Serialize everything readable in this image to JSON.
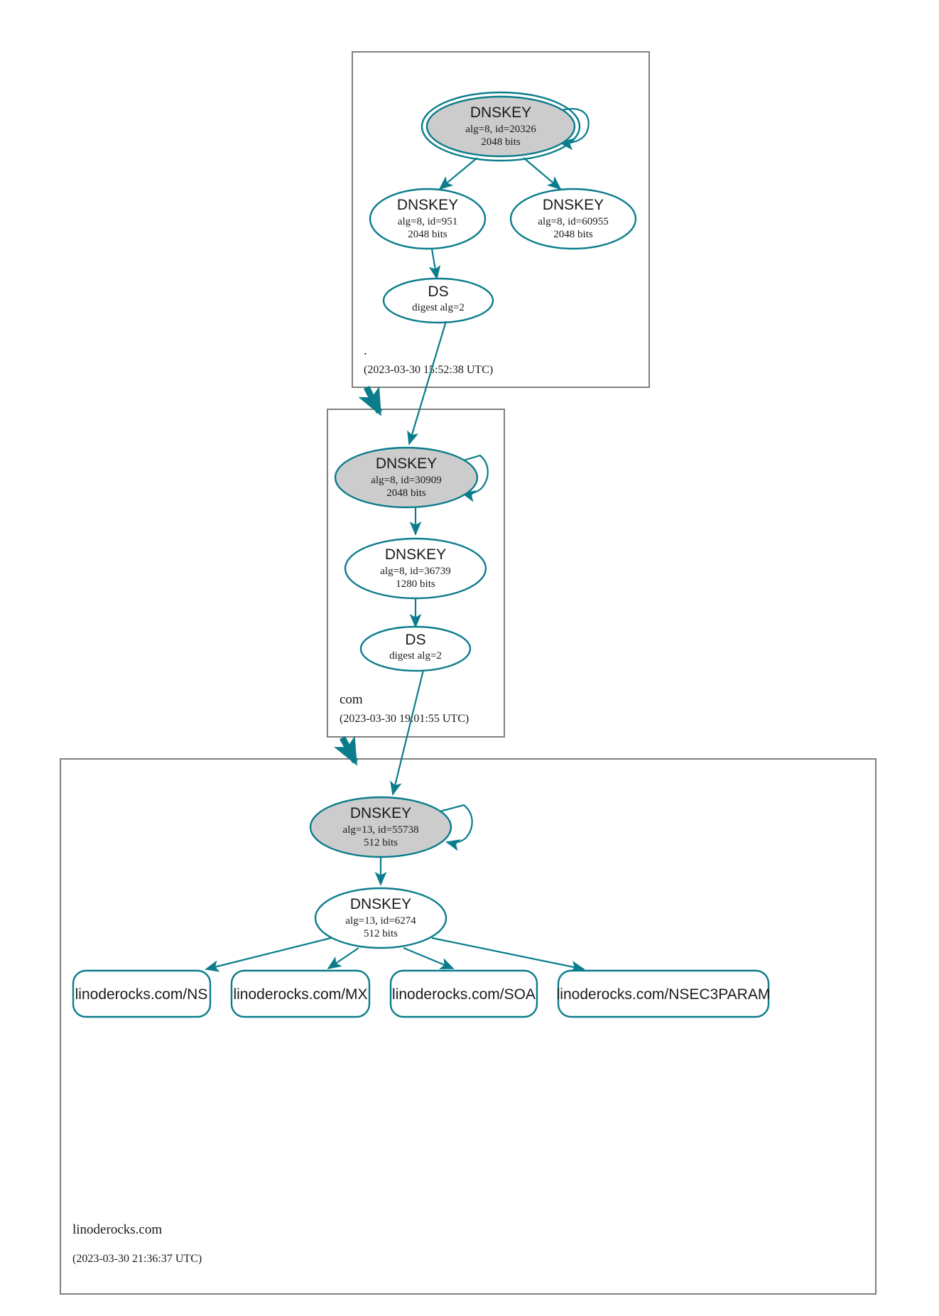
{
  "diagram": {
    "kind": "dnssec-chain-of-trust",
    "colors": {
      "accent": "#0a7c8c",
      "secure_fill": "#cccccc",
      "insecure_fill": "#ffffff",
      "zone_border": "#808080",
      "text": "#1a1a1a",
      "background": "#ffffff"
    }
  },
  "zones": [
    {
      "id": "root",
      "label": ".",
      "timestamp": "(2023-03-30 15:52:38 UTC)",
      "nodes": [
        {
          "id": "root-ksk",
          "type": "DNSKEY",
          "title": "DNSKEY",
          "line2": "alg=8, id=20326",
          "line3": "2048 bits",
          "alg": 8,
          "key_id": 20326,
          "bits": 2048,
          "trust_anchor": true,
          "secure": true,
          "self_signed": true
        },
        {
          "id": "root-zsk-951",
          "type": "DNSKEY",
          "title": "DNSKEY",
          "line2": "alg=8, id=951",
          "line3": "2048 bits",
          "alg": 8,
          "key_id": 951,
          "bits": 2048,
          "trust_anchor": false,
          "secure": false,
          "self_signed": false
        },
        {
          "id": "root-zsk-60955",
          "type": "DNSKEY",
          "title": "DNSKEY",
          "line2": "alg=8, id=60955",
          "line3": "2048 bits",
          "alg": 8,
          "key_id": 60955,
          "bits": 2048,
          "trust_anchor": false,
          "secure": false,
          "self_signed": false
        },
        {
          "id": "root-ds",
          "type": "DS",
          "title": "DS",
          "line2": "digest alg=2",
          "line3": "",
          "digest_alg": 2,
          "secure": false
        }
      ]
    },
    {
      "id": "com",
      "label": "com",
      "timestamp": "(2023-03-30 19:01:55 UTC)",
      "nodes": [
        {
          "id": "com-ksk",
          "type": "DNSKEY",
          "title": "DNSKEY",
          "line2": "alg=8, id=30909",
          "line3": "2048 bits",
          "alg": 8,
          "key_id": 30909,
          "bits": 2048,
          "trust_anchor": false,
          "secure": true,
          "self_signed": true
        },
        {
          "id": "com-zsk",
          "type": "DNSKEY",
          "title": "DNSKEY",
          "line2": "alg=8, id=36739",
          "line3": "1280 bits",
          "alg": 8,
          "key_id": 36739,
          "bits": 1280,
          "trust_anchor": false,
          "secure": false,
          "self_signed": false
        },
        {
          "id": "com-ds",
          "type": "DS",
          "title": "DS",
          "line2": "digest alg=2",
          "line3": "",
          "digest_alg": 2,
          "secure": false
        }
      ]
    },
    {
      "id": "linoderocks",
      "label": "linoderocks.com",
      "timestamp": "(2023-03-30 21:36:37 UTC)",
      "nodes": [
        {
          "id": "lr-ksk",
          "type": "DNSKEY",
          "title": "DNSKEY",
          "line2": "alg=13, id=55738",
          "line3": "512 bits",
          "alg": 13,
          "key_id": 55738,
          "bits": 512,
          "trust_anchor": false,
          "secure": true,
          "self_signed": true
        },
        {
          "id": "lr-zsk",
          "type": "DNSKEY",
          "title": "DNSKEY",
          "line2": "alg=13, id=6274",
          "line3": "512 bits",
          "alg": 13,
          "key_id": 6274,
          "bits": 512,
          "trust_anchor": false,
          "secure": false,
          "self_signed": false
        }
      ],
      "rrsets": [
        {
          "id": "rr-ns",
          "label": "linoderocks.com/NS"
        },
        {
          "id": "rr-mx",
          "label": "linoderocks.com/MX"
        },
        {
          "id": "rr-soa",
          "label": "linoderocks.com/SOA"
        },
        {
          "id": "rr-nsec3param",
          "label": "linoderocks.com/NSEC3PARAM"
        }
      ]
    }
  ],
  "edges": [
    {
      "from": "root-ksk",
      "to": "root-ksk",
      "kind": "self-sign"
    },
    {
      "from": "root-ksk",
      "to": "root-zsk-951",
      "kind": "sign"
    },
    {
      "from": "root-ksk",
      "to": "root-zsk-60955",
      "kind": "sign"
    },
    {
      "from": "root-zsk-951",
      "to": "root-ds",
      "kind": "sign"
    },
    {
      "from": "root-ds",
      "to": "com-ksk",
      "kind": "delegation"
    },
    {
      "from": "root",
      "to": "com",
      "kind": "zone-delegation"
    },
    {
      "from": "com-ksk",
      "to": "com-ksk",
      "kind": "self-sign"
    },
    {
      "from": "com-ksk",
      "to": "com-zsk",
      "kind": "sign"
    },
    {
      "from": "com-zsk",
      "to": "com-ds",
      "kind": "sign"
    },
    {
      "from": "com-ds",
      "to": "lr-ksk",
      "kind": "delegation"
    },
    {
      "from": "com",
      "to": "linoderocks",
      "kind": "zone-delegation"
    },
    {
      "from": "lr-ksk",
      "to": "lr-ksk",
      "kind": "self-sign"
    },
    {
      "from": "lr-ksk",
      "to": "lr-zsk",
      "kind": "sign"
    },
    {
      "from": "lr-zsk",
      "to": "rr-ns",
      "kind": "sign"
    },
    {
      "from": "lr-zsk",
      "to": "rr-mx",
      "kind": "sign"
    },
    {
      "from": "lr-zsk",
      "to": "rr-soa",
      "kind": "sign"
    },
    {
      "from": "lr-zsk",
      "to": "rr-nsec3param",
      "kind": "sign"
    }
  ]
}
